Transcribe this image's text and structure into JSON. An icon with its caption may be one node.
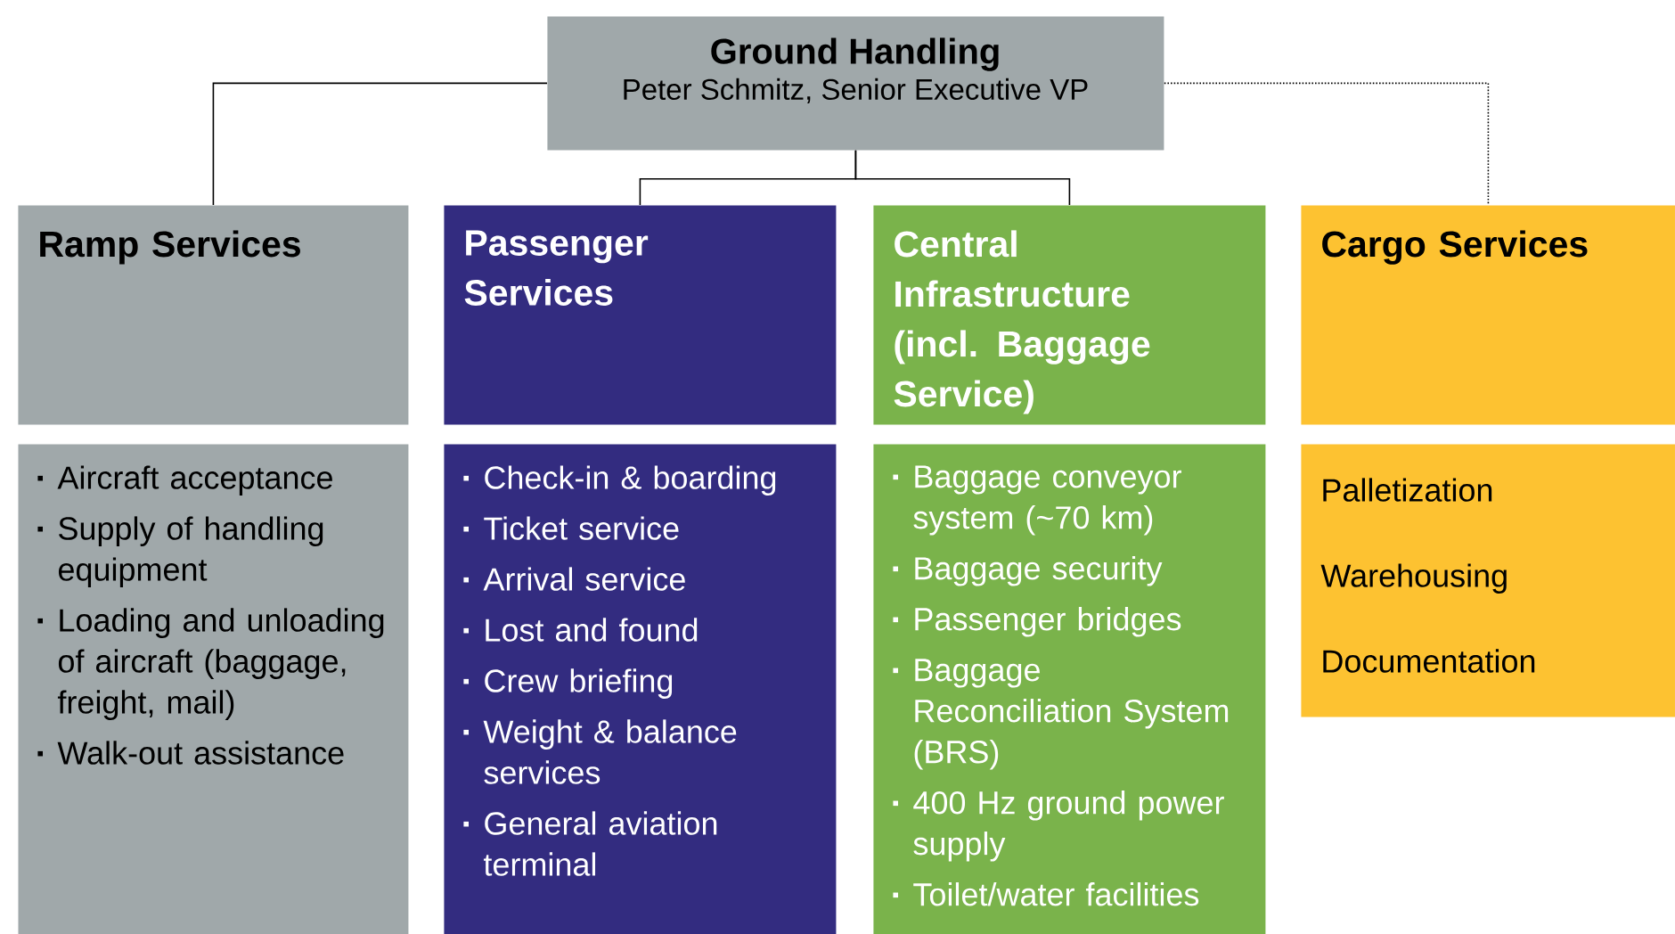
{
  "diagram": {
    "nodes": [
      {
        "text": [
          "Ground Handling",
          "Peter Schmitz, Senior Executive VP"
        ]
      },
      {
        "text": [
          "Ramp Services"
        ]
      },
      {
        "text": [
          "Passenger Services"
        ]
      },
      {
        "text": [
          "Central Infrastructure (incl. Baggage Service)"
        ]
      },
      {
        "text": [
          "Cargo Services"
        ]
      },
      {
        "text": [
          "Aircraft acceptance",
          "Supply of handling equipment",
          "Loading and unloading of aircraft (baggage, freight, mail)",
          "Walk-out assistance"
        ]
      },
      {
        "text": [
          "Check-in & boarding",
          "Ticket service",
          "Arrival service",
          "Lost and found",
          "Crew briefing",
          "Weight & balance services",
          "General aviation terminal"
        ]
      },
      {
        "text": [
          "Baggage conveyor system (~70 km)",
          "Baggage security",
          "Passenger bridges",
          "Baggage Reconciliation System (BRS)",
          "400 Hz ground power supply",
          "Toilet/water facilities"
        ]
      },
      {
        "text": [
          "Palletization",
          "Warehousing",
          "Documentation"
        ]
      }
    ],
    "edges": [
      {
        "from": 0,
        "to": 1,
        "arrow": "none"
      },
      {
        "from": 0,
        "to": 2,
        "arrow": "none"
      },
      {
        "from": 0,
        "to": 3,
        "arrow": "none"
      },
      {
        "from": 0,
        "to": 4,
        "arrow": "none",
        "style": "dashed"
      }
    ]
  }
}
